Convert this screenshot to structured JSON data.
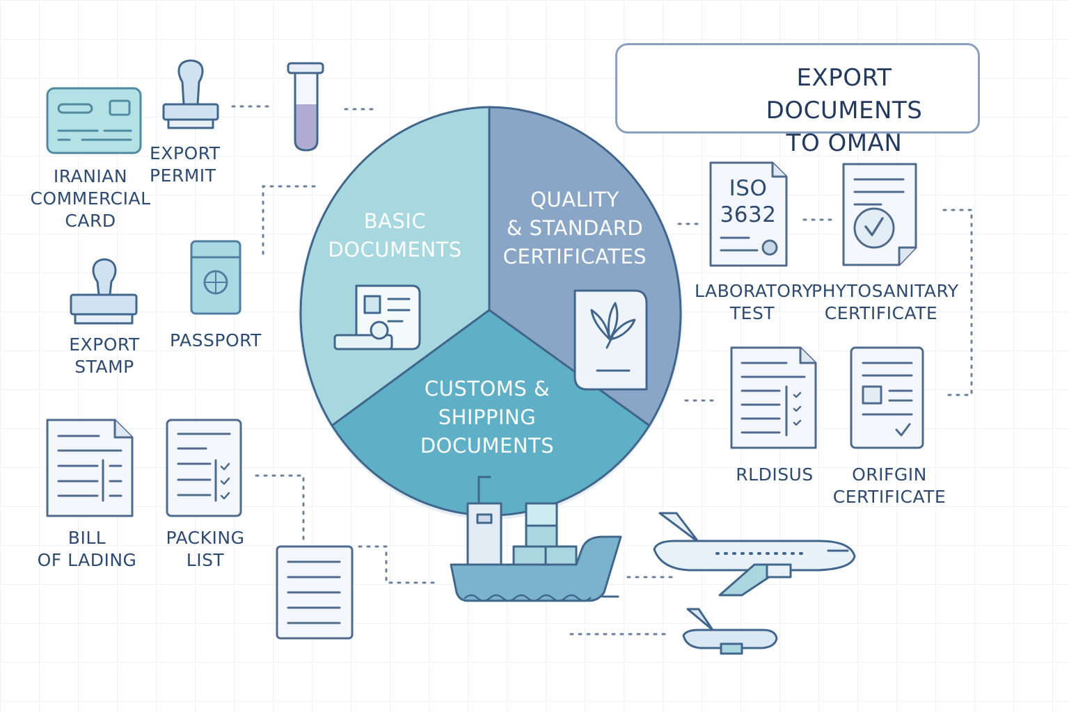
{
  "title": {
    "line1": "EXPORT DOCUMENTS",
    "line2": "TO OMAN"
  },
  "segments": {
    "basic": {
      "line1": "BASIC",
      "line2": "DOCUMENTS",
      "color": "#a8d8df"
    },
    "quality": {
      "line1": "QUALITY",
      "line2": "& STANDARD",
      "line3": "CERTIFICATES",
      "color": "#8aa6c6"
    },
    "customs": {
      "line1": "CUSTOMS &",
      "line2": "SHIPPING",
      "line3": "DOCUMENTS",
      "color": "#5fb0c6"
    }
  },
  "items": {
    "commercial_card": {
      "line1": "IRANIAN",
      "line2": "COMMERCIAL",
      "line3": "CARD",
      "icon": "card-icon"
    },
    "export_permit": {
      "line1": "EXPORT",
      "line2": "PERMIT",
      "icon": "stamp-icon"
    },
    "export_stamp": {
      "line1": "EXPORT",
      "line2": "STAMP",
      "icon": "stamp-icon"
    },
    "passport": {
      "line1": "PASSPORT",
      "icon": "passport-icon"
    },
    "bill_of_lading": {
      "line1": "BILL",
      "line2": "OF LADING",
      "icon": "document-icon"
    },
    "packing_list": {
      "line1": "PACKING",
      "line2": "LIST",
      "icon": "checklist-icon"
    },
    "laboratory_test": {
      "line1": "LABORATORY",
      "line2": "TEST",
      "icon": "iso-document-icon"
    },
    "iso_text": {
      "line1": "ISO",
      "line2": "3632"
    },
    "phytosanitary": {
      "line1": "PHYTOSANITARY",
      "line2": "CERTIFICATE",
      "icon": "certificate-check-icon"
    },
    "rldisus": {
      "line1": "RLDISUS",
      "icon": "checklist-icon"
    },
    "origin_certificate": {
      "line1": "ORIFGIN",
      "line2": "CERTIFICATE",
      "icon": "form-icon"
    }
  },
  "colors": {
    "stroke": "#4f6a8c",
    "line": "#6b7f9a",
    "label": "#2e4a70",
    "ship": "#7bb2cc",
    "plane": "#e9f1f8"
  }
}
